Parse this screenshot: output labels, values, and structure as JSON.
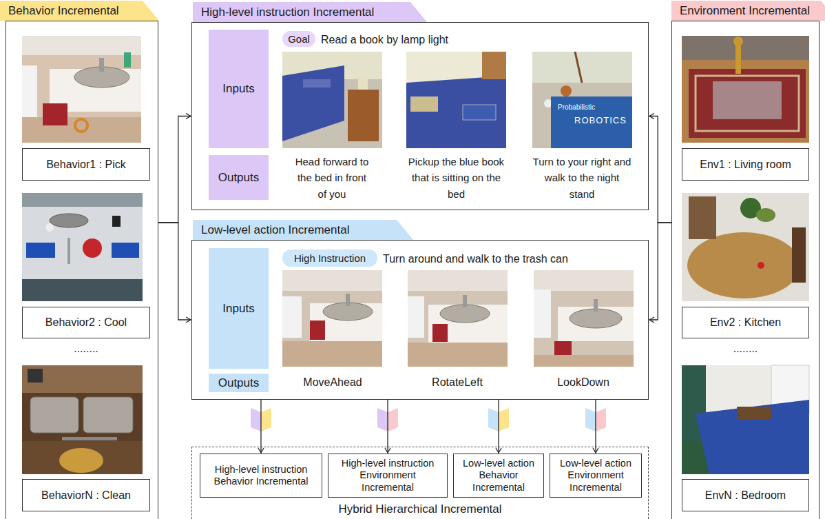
{
  "diagram": {
    "nodes": [
      {
        "text": [
          "Behavior Incremental"
        ]
      },
      {
        "text": [
          "Behavior1 : Pick"
        ],
        "in": 0
      },
      {
        "text": [
          "Behavior2 : Cool"
        ],
        "in": 0
      },
      {
        "text": [
          "BehaviorN : Clean"
        ],
        "in": 0
      },
      {
        "text": [
          "High-level instruction Incremental"
        ]
      },
      {
        "text": [
          "Inputs"
        ],
        "in": 4
      },
      {
        "text": [
          "Outputs"
        ],
        "in": 4
      },
      {
        "text": [
          "Goal"
        ],
        "in": 4
      },
      {
        "text": [
          "Low-level action Incremental"
        ]
      },
      {
        "text": [
          "Inputs"
        ],
        "in": 8
      },
      {
        "text": [
          "Outputs"
        ],
        "in": 8
      },
      {
        "text": [
          "High Instruction"
        ],
        "in": 8
      },
      {
        "text": [
          "Environment Incremental"
        ]
      },
      {
        "text": [
          "Env1 : Living room"
        ],
        "in": 12
      },
      {
        "text": [
          "Env2 : Kitchen"
        ],
        "in": 12
      },
      {
        "text": [
          "EnvN : Bedroom"
        ],
        "in": 12
      },
      {
        "text": [
          "Hybrid Hierarchical Incremental"
        ]
      },
      {
        "text": [
          "High-level instruction Behavior Incremental"
        ],
        "in": 16
      },
      {
        "text": [
          "High-level instruction Environment Incremental"
        ],
        "in": 16
      },
      {
        "text": [
          "Low-level action Behavior Incremental"
        ],
        "in": 16
      },
      {
        "text": [
          "Low-level action Environment Incremental"
        ],
        "in": 16
      }
    ],
    "edges": [
      {
        "from": 0,
        "to": 4,
        "arrow": "to"
      },
      {
        "from": 0,
        "to": 8,
        "arrow": "to"
      },
      {
        "from": 12,
        "to": 4,
        "arrow": "to"
      },
      {
        "from": 12,
        "to": 8,
        "arrow": "to"
      },
      {
        "from": 8,
        "to": 17,
        "arrow": "to"
      },
      {
        "from": 8,
        "to": 18,
        "arrow": "to"
      },
      {
        "from": 8,
        "to": 19,
        "arrow": "to"
      },
      {
        "from": 8,
        "to": 20,
        "arrow": "to"
      }
    ],
    "labels": [
      "........",
      "Read a book by lamp light",
      "Head forward to the bed in front of you",
      "Pickup the blue book that is sitting on the bed",
      "Turn to your right and walk to the night stand",
      "Probabilistic",
      "ROBOTICS",
      "Turn around and walk to the trash can",
      "MoveAhead",
      "RotateLeft",
      "LookDown",
      "........"
    ]
  }
}
